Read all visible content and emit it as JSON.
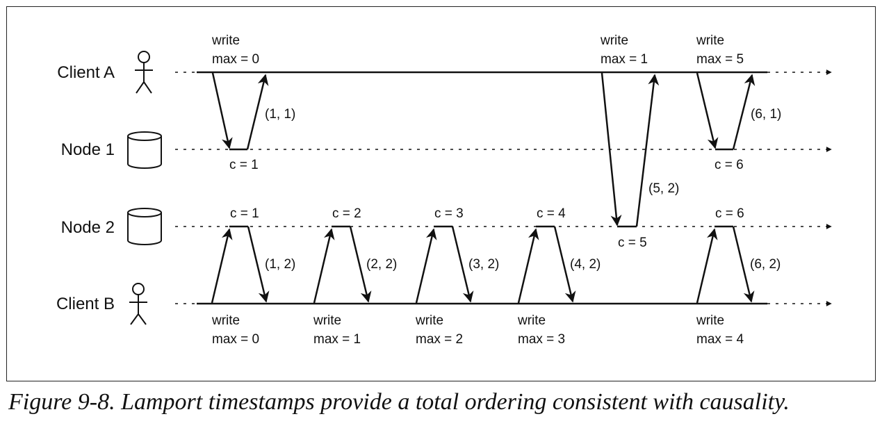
{
  "lanes": {
    "client_a": "Client A",
    "node_1": "Node 1",
    "node_2": "Node 2",
    "client_b": "Client B"
  },
  "client_a_requests": [
    {
      "op": "write",
      "max": "max = 0",
      "response": "(1, 1)",
      "counter": "c = 1"
    },
    {
      "op": "write",
      "max": "max = 1",
      "response": "(5, 2)",
      "counter": "c = 5"
    },
    {
      "op": "write",
      "max": "max = 5",
      "response": "(6, 1)",
      "counter": "c = 6"
    }
  ],
  "client_b_requests": [
    {
      "op": "write",
      "max": "max = 0",
      "response": "(1, 2)",
      "counter": "c = 1"
    },
    {
      "op": "write",
      "max": "max = 1",
      "response": "(2, 2)",
      "counter": "c = 2"
    },
    {
      "op": "write",
      "max": "max = 2",
      "response": "(3, 2)",
      "counter": "c = 3"
    },
    {
      "op": "write",
      "max": "max = 3",
      "response": "(4, 2)",
      "counter": "c = 4"
    },
    {
      "op": "write",
      "max": "max = 4",
      "response": "(6, 2)",
      "counter": "c = 6"
    }
  ],
  "caption": "Figure 9-8. Lamport timestamps provide a total ordering consistent with causality."
}
